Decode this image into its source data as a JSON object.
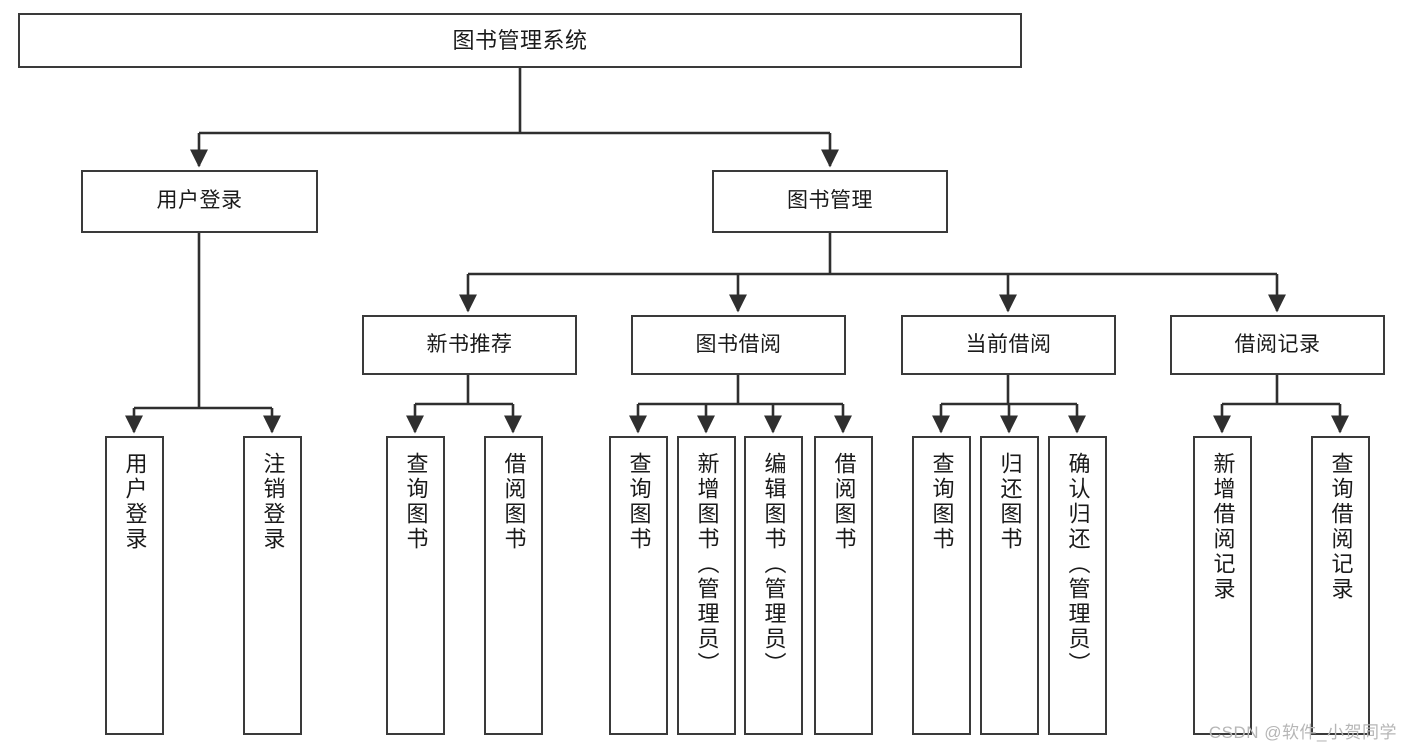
{
  "diagram": {
    "title": "图书管理系统",
    "type": "tree",
    "watermark": "CSDN @软件_小贺同学",
    "colors": {
      "box_border": "#3a3a3a",
      "box_fill": "#ffffff",
      "edge": "#2f2f2f",
      "text": "#1a1a1a",
      "watermark": "#b6b6b6",
      "background": "#ffffff"
    },
    "nodes": {
      "root": {
        "label": "图书管理系统"
      },
      "level2": [
        {
          "id": "user-login",
          "label": "用户登录"
        },
        {
          "id": "book-manage",
          "label": "图书管理"
        }
      ],
      "level3": [
        {
          "id": "new-book-rec",
          "label": "新书推荐"
        },
        {
          "id": "book-borrow",
          "label": "图书借阅"
        },
        {
          "id": "current-borrow",
          "label": "当前借阅"
        },
        {
          "id": "borrow-record",
          "label": "借阅记录"
        }
      ],
      "leaves": [
        {
          "id": "leaf-user-login",
          "label": "用户登录",
          "parent": "user-login"
        },
        {
          "id": "leaf-logout",
          "label": "注销登录",
          "parent": "user-login"
        },
        {
          "id": "leaf-query-book-1",
          "label": "查询图书",
          "parent": "new-book-rec"
        },
        {
          "id": "leaf-borrow-book-1",
          "label": "借阅图书",
          "parent": "new-book-rec"
        },
        {
          "id": "leaf-query-book-2",
          "label": "查询图书",
          "parent": "book-borrow"
        },
        {
          "id": "leaf-add-book",
          "label": "新增图书（管理员）",
          "parent": "book-borrow"
        },
        {
          "id": "leaf-edit-book",
          "label": "编辑图书（管理员）",
          "parent": "book-borrow"
        },
        {
          "id": "leaf-borrow-book-2",
          "label": "借阅图书",
          "parent": "book-borrow"
        },
        {
          "id": "leaf-query-book-3",
          "label": "查询图书",
          "parent": "current-borrow"
        },
        {
          "id": "leaf-return-book",
          "label": "归还图书",
          "parent": "current-borrow"
        },
        {
          "id": "leaf-confirm-return",
          "label": "确认归还（管理员）",
          "parent": "current-borrow"
        },
        {
          "id": "leaf-add-record",
          "label": "新增借阅记录",
          "parent": "borrow-record"
        },
        {
          "id": "leaf-query-record",
          "label": "查询借阅记录",
          "parent": "borrow-record"
        }
      ]
    }
  }
}
